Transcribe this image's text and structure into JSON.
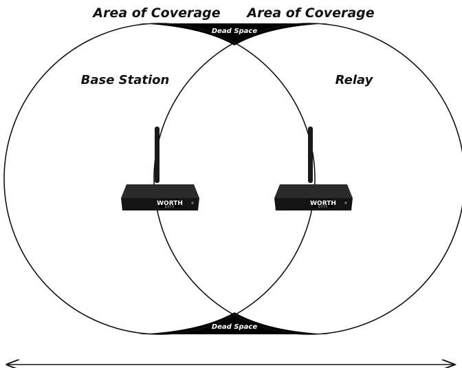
{
  "labels": {
    "coverage_left": "Area of Coverage",
    "coverage_right": "Area of Coverage",
    "base_station": "Base Station",
    "relay": "Relay",
    "dead_space_top": "Dead Space",
    "dead_space_bottom": "Dead Space"
  },
  "devices": [
    {
      "brand": "WORTH",
      "sub": "DATA"
    },
    {
      "brand": "WORTH",
      "sub": "DATA"
    }
  ],
  "colors": {
    "stroke": "#111111",
    "fill_dark": "#000000",
    "background": "#ffffff"
  }
}
